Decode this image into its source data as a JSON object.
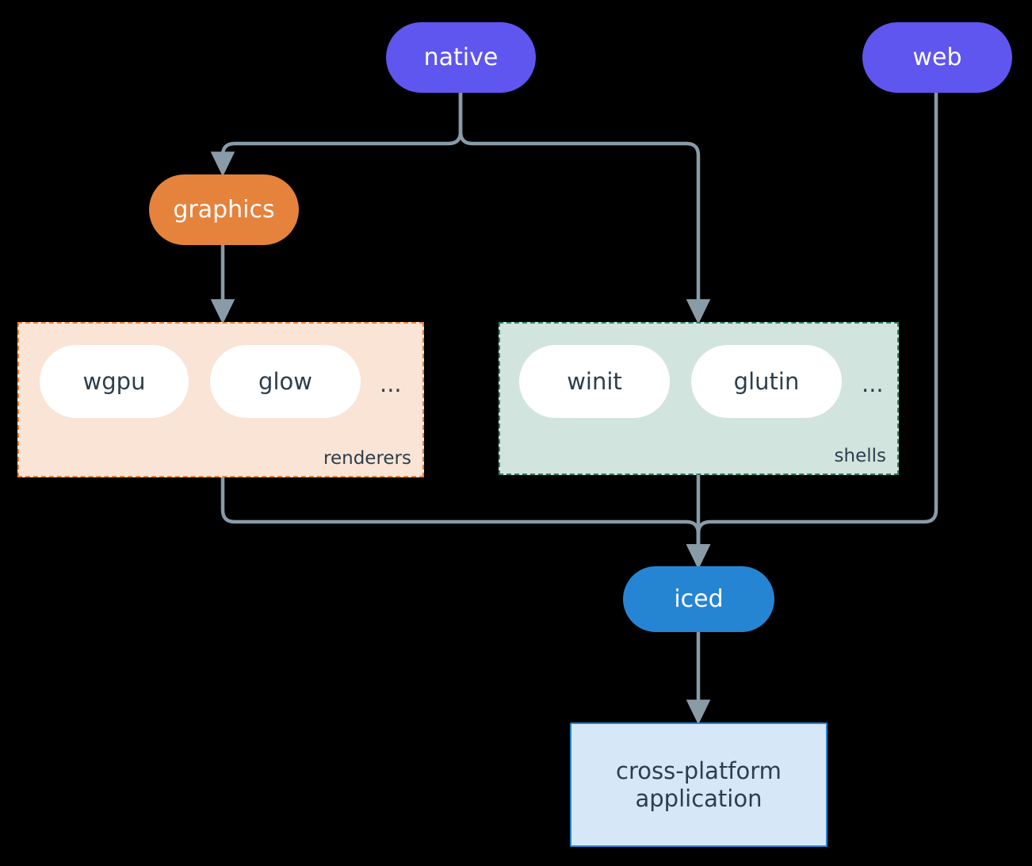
{
  "diagram": {
    "title": "iced architecture dependency graph",
    "background": "#000000",
    "edge_color": "#8A9BA8"
  },
  "nodes": {
    "native": {
      "label": "native",
      "color": "#5F55EF",
      "text_color": "#FFFFFF",
      "shape": "pill"
    },
    "web": {
      "label": "web",
      "color": "#5F55EF",
      "text_color": "#FFFFFF",
      "shape": "pill"
    },
    "graphics": {
      "label": "graphics",
      "color": "#E5823C",
      "text_color": "#FFFFFF",
      "shape": "pill"
    },
    "iced": {
      "label": "iced",
      "color": "#2585D3",
      "text_color": "#FFFFFF",
      "shape": "pill"
    },
    "application": {
      "label": "cross-platform\napplication",
      "color": "#D6E7F8",
      "border_color": "#2585D3",
      "text_color": "#2C3E4C",
      "shape": "rect"
    }
  },
  "clusters": {
    "renderers": {
      "label": "renderers",
      "fill": "#FAE4D5",
      "border": "#E5823C",
      "border_style": "dashed",
      "items": [
        {
          "label": "wgpu"
        },
        {
          "label": "glow"
        }
      ],
      "ellipsis": "..."
    },
    "shells": {
      "label": "shells",
      "fill": "#D2E4DE",
      "border": "#2F7F6B",
      "border_style": "dashed",
      "items": [
        {
          "label": "winit"
        },
        {
          "label": "glutin"
        }
      ],
      "ellipsis": "..."
    }
  },
  "edges": [
    {
      "from": "native",
      "to": "graphics"
    },
    {
      "from": "native",
      "to": "shells"
    },
    {
      "from": "graphics",
      "to": "renderers"
    },
    {
      "from": "renderers",
      "to": "iced"
    },
    {
      "from": "shells",
      "to": "iced"
    },
    {
      "from": "web",
      "to": "iced"
    },
    {
      "from": "iced",
      "to": "application"
    }
  ]
}
